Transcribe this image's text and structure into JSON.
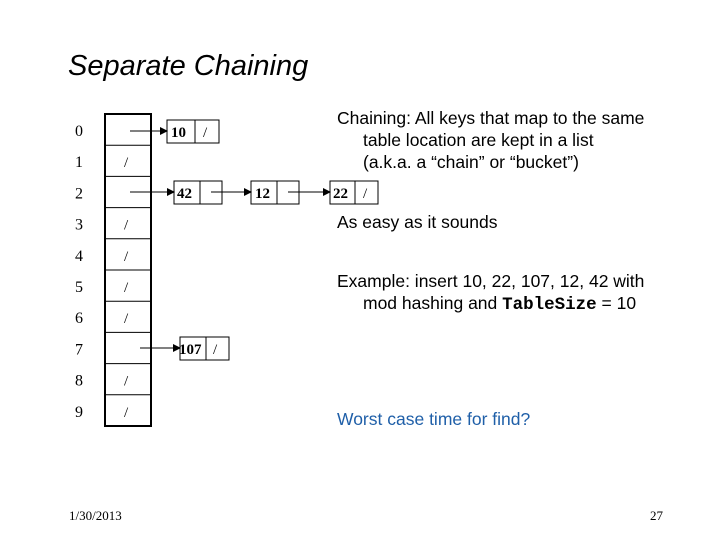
{
  "slide": {
    "title": "Separate Chaining",
    "date": "1/30/2013",
    "page_number": "27"
  },
  "table": {
    "indices": [
      "0",
      "1",
      "2",
      "3",
      "4",
      "5",
      "6",
      "7",
      "8",
      "9"
    ],
    "empty_marker": "/",
    "empty_slots": [
      1,
      3,
      4,
      5,
      6,
      8,
      9
    ]
  },
  "chains": [
    {
      "slot": "0",
      "nodes": [
        "10"
      ]
    },
    {
      "slot": "2",
      "nodes": [
        "42",
        "12",
        "22"
      ]
    },
    {
      "slot": "7",
      "nodes": [
        "107"
      ]
    }
  ],
  "text": {
    "chaining_line1": "Chaining: All keys that map to the same",
    "chaining_line2": "table location are kept in a list",
    "chaining_line3": "(a.k.a. a “chain” or “bucket”)",
    "easy": "As easy as it sounds",
    "example_line1": "Example: insert 10, 22, 107, 12, 42 with",
    "example_line2_pre": "mod hashing and ",
    "example_code": "TableSize",
    "example_line2_post": " = 10",
    "question": "Worst case time for find?"
  },
  "colors": {
    "question": "#1f5fa8"
  }
}
